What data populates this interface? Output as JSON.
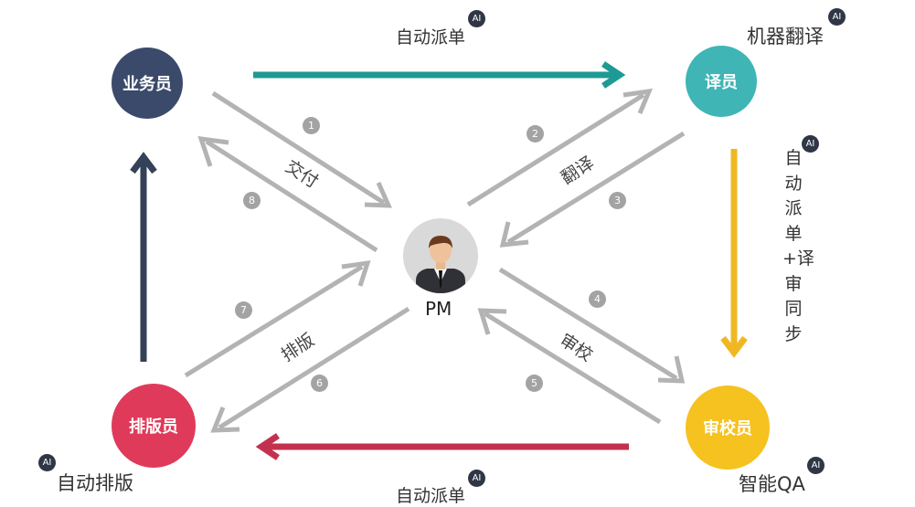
{
  "nodes": {
    "business": {
      "label": "业务员",
      "color": "#3b4a6b"
    },
    "translator": {
      "label": "译员",
      "color": "#3fb5b5"
    },
    "reviewer": {
      "label": "审校员",
      "color": "#f5c21f"
    },
    "typesetter": {
      "label": "排版员",
      "color": "#e03a5a"
    },
    "pm": {
      "label": "PM"
    }
  },
  "labels": {
    "top_dispatch": "自动派单",
    "machine_translation": "机器翻译",
    "right_vertical": "自动派单+译审同步",
    "smart_qa": "智能QA",
    "bottom_dispatch": "自动派单",
    "auto_typeset": "自动排版",
    "ai_badge": "AI"
  },
  "flow_labels": {
    "deliver": "交付",
    "translate": "翻译",
    "review": "审校",
    "typeset": "排版"
  },
  "steps": [
    "1",
    "2",
    "3",
    "4",
    "5",
    "6",
    "7",
    "8"
  ],
  "colors": {
    "teal_arrow": "#1e9a94",
    "yellow_arrow": "#efb823",
    "red_arrow": "#c4314f",
    "navy_arrow": "#344258",
    "gray_arrow": "#b3b3b3"
  }
}
